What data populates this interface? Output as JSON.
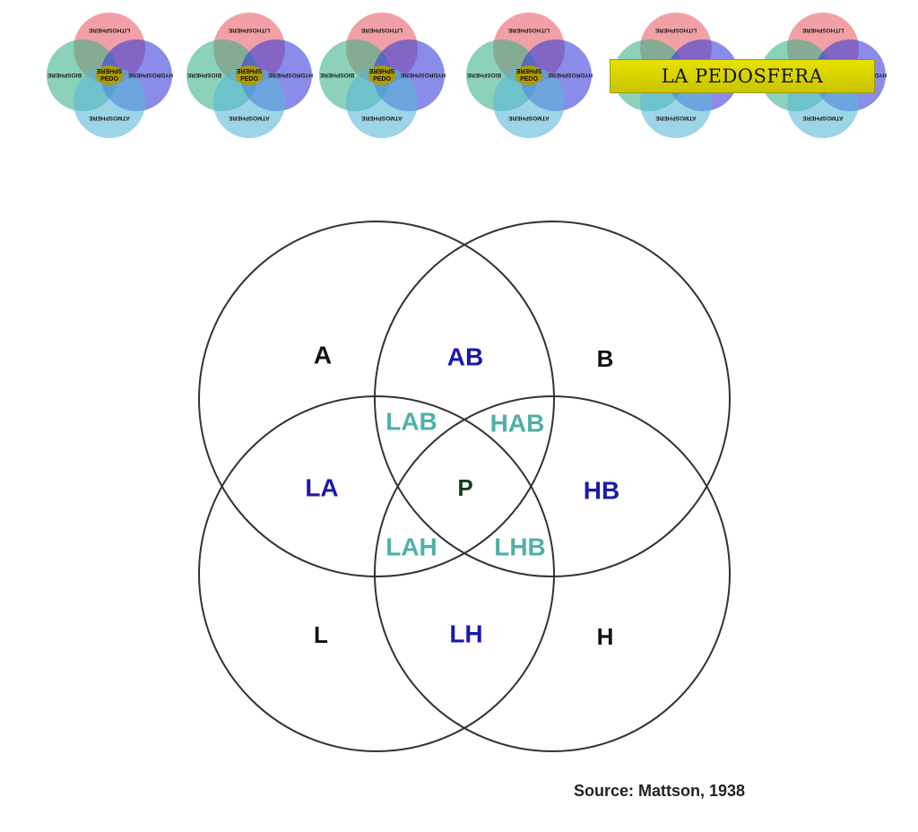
{
  "banner": {
    "title": "LA PEDOSFERA"
  },
  "mini_diagram": {
    "lithosphere": "LITHOSPHERE",
    "biosphere": "BIOSPHERE",
    "hydrosphere": "HYDROSPHERE",
    "atmosphere": "ATMOSPHERE",
    "pedo_top": "SPHERE",
    "pedo_bottom": "PEDO"
  },
  "colors": {
    "lithosphere": "#e8606a",
    "biosphere": "#3fb38a",
    "hydrosphere": "#3a3fd8",
    "atmosphere": "#5ab8d8",
    "pedo_center": "#b09a00",
    "banner": "#d9d400",
    "label_black": "#111111",
    "label_blue": "#1a1aa8",
    "label_teal": "#4fb0a8",
    "label_green": "#0f3d1f"
  },
  "venn": {
    "regions": [
      {
        "name": "region-a",
        "label": "A",
        "color": "#111111"
      },
      {
        "name": "region-ab",
        "label": "AB",
        "color": "#1a1aa8"
      },
      {
        "name": "region-b",
        "label": "B",
        "color": "#111111"
      },
      {
        "name": "region-lab",
        "label": "LAB",
        "color": "#4fb0a8"
      },
      {
        "name": "region-hab",
        "label": "HAB",
        "color": "#4fb0a8"
      },
      {
        "name": "region-la",
        "label": "LA",
        "color": "#1a1aa8"
      },
      {
        "name": "region-p",
        "label": "P",
        "color": "#0f3d1f"
      },
      {
        "name": "region-hb",
        "label": "HB",
        "color": "#1a1aa8"
      },
      {
        "name": "region-lah",
        "label": "LAH",
        "color": "#4fb0a8"
      },
      {
        "name": "region-lhb",
        "label": "LHB",
        "color": "#4fb0a8"
      },
      {
        "name": "region-l",
        "label": "L",
        "color": "#111111"
      },
      {
        "name": "region-lh",
        "label": "LH",
        "color": "#1a1aa8"
      },
      {
        "name": "region-h",
        "label": "H",
        "color": "#111111"
      }
    ]
  },
  "source": "Source: Mattson, 1938"
}
